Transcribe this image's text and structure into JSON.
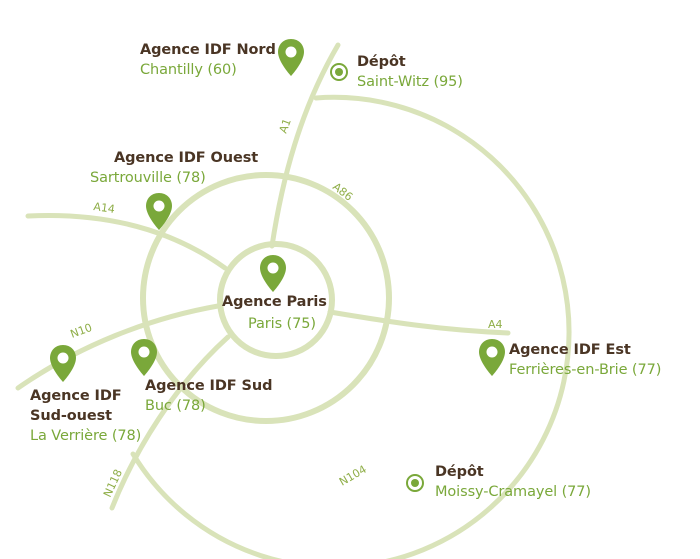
{
  "colors": {
    "road": "#d9e3b9",
    "marker": "#7aa83a",
    "agency_name": "#4a3524",
    "city_text": "#7aa83a",
    "road_label": "#8fae48"
  },
  "roads": {
    "a1": "A1",
    "a86": "A86",
    "a14": "A14",
    "a4": "A4",
    "n10": "N10",
    "n104": "N104",
    "n118": "N118"
  },
  "locations": {
    "nord": {
      "name": "Agence IDF Nord",
      "city": "Chantilly (60)",
      "icon": "map-pin-icon"
    },
    "depot_north": {
      "name": "Dépôt",
      "city": "Saint-Witz (95)",
      "icon": "depot-icon"
    },
    "ouest": {
      "name": "Agence IDF Ouest",
      "city": "Sartrouville (78)",
      "icon": "map-pin-icon"
    },
    "paris": {
      "name": "Agence Paris",
      "city": "Paris (75)",
      "icon": "map-pin-icon"
    },
    "est": {
      "name": "Agence IDF Est",
      "city": "Ferrières-en-Brie (77)",
      "icon": "map-pin-icon"
    },
    "sud": {
      "name": "Agence IDF Sud",
      "city": "Buc (78)",
      "icon": "map-pin-icon"
    },
    "sud_ouest": {
      "name_line1": "Agence IDF",
      "name_line2": "Sud-ouest",
      "city": "La Verrière (78)",
      "icon": "map-pin-icon"
    },
    "depot_south": {
      "name": "Dépôt",
      "city": "Moissy-Cramayel (77)",
      "icon": "depot-icon"
    }
  }
}
